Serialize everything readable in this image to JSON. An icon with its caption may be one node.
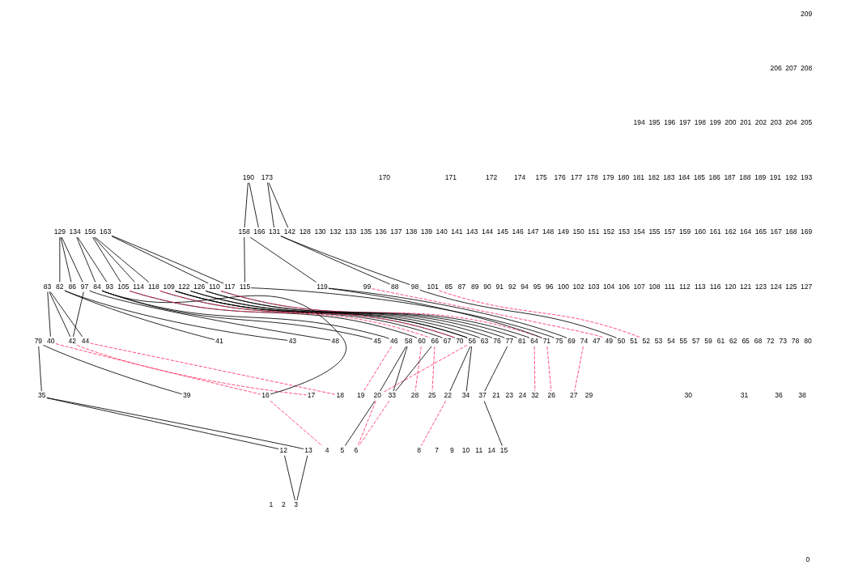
{
  "diagram": {
    "nodes": [
      {
        "text": [
          "0"
        ]
      },
      {
        "text": [
          "1"
        ]
      },
      {
        "text": [
          "2"
        ]
      },
      {
        "text": [
          "3"
        ]
      },
      {
        "text": [
          "4"
        ]
      },
      {
        "text": [
          "5"
        ]
      },
      {
        "text": [
          "6"
        ]
      },
      {
        "text": [
          "7"
        ]
      },
      {
        "text": [
          "8"
        ]
      },
      {
        "text": [
          "9"
        ]
      },
      {
        "text": [
          "10"
        ]
      },
      {
        "text": [
          "11"
        ]
      },
      {
        "text": [
          "12"
        ]
      },
      {
        "text": [
          "13"
        ]
      },
      {
        "text": [
          "14"
        ]
      },
      {
        "text": [
          "15"
        ]
      },
      {
        "text": [
          "16"
        ]
      },
      {
        "text": [
          "17"
        ]
      },
      {
        "text": [
          "18"
        ]
      },
      {
        "text": [
          "19"
        ]
      },
      {
        "text": [
          "20"
        ]
      },
      {
        "text": [
          "21"
        ]
      },
      {
        "text": [
          "22"
        ]
      },
      {
        "text": [
          "23"
        ]
      },
      {
        "text": [
          "24"
        ]
      },
      {
        "text": [
          "25"
        ]
      },
      {
        "text": [
          "26"
        ]
      },
      {
        "text": [
          "27"
        ]
      },
      {
        "text": [
          "28"
        ]
      },
      {
        "text": [
          "29"
        ]
      },
      {
        "text": [
          "30"
        ]
      },
      {
        "text": [
          "31"
        ]
      },
      {
        "text": [
          "32"
        ]
      },
      {
        "text": [
          "33"
        ]
      },
      {
        "text": [
          "34"
        ]
      },
      {
        "text": [
          "35"
        ]
      },
      {
        "text": [
          "36"
        ]
      },
      {
        "text": [
          "37"
        ]
      },
      {
        "text": [
          "38"
        ]
      },
      {
        "text": [
          "39"
        ]
      },
      {
        "text": [
          "40"
        ]
      },
      {
        "text": [
          "41"
        ]
      },
      {
        "text": [
          "42"
        ]
      },
      {
        "text": [
          "43"
        ]
      },
      {
        "text": [
          "44"
        ]
      },
      {
        "text": [
          "45"
        ]
      },
      {
        "text": [
          "46"
        ]
      },
      {
        "text": [
          "47"
        ]
      },
      {
        "text": [
          "48"
        ]
      },
      {
        "text": [
          "49"
        ]
      },
      {
        "text": [
          "50"
        ]
      },
      {
        "text": [
          "51"
        ]
      },
      {
        "text": [
          "52"
        ]
      },
      {
        "text": [
          "53"
        ]
      },
      {
        "text": [
          "54"
        ]
      },
      {
        "text": [
          "55"
        ]
      },
      {
        "text": [
          "56"
        ]
      },
      {
        "text": [
          "57"
        ]
      },
      {
        "text": [
          "58"
        ]
      },
      {
        "text": [
          "59"
        ]
      },
      {
        "text": [
          "60"
        ]
      },
      {
        "text": [
          "61"
        ]
      },
      {
        "text": [
          "62"
        ]
      },
      {
        "text": [
          "63"
        ]
      },
      {
        "text": [
          "64"
        ]
      },
      {
        "text": [
          "65"
        ]
      },
      {
        "text": [
          "66"
        ]
      },
      {
        "text": [
          "67"
        ]
      },
      {
        "text": [
          "68"
        ]
      },
      {
        "text": [
          "69"
        ]
      },
      {
        "text": [
          "70"
        ]
      },
      {
        "text": [
          "71"
        ]
      },
      {
        "text": [
          "72"
        ]
      },
      {
        "text": [
          "73"
        ]
      },
      {
        "text": [
          "74"
        ]
      },
      {
        "text": [
          "75"
        ]
      },
      {
        "text": [
          "76"
        ]
      },
      {
        "text": [
          "77"
        ]
      },
      {
        "text": [
          "78"
        ]
      },
      {
        "text": [
          "79"
        ]
      },
      {
        "text": [
          "80"
        ]
      },
      {
        "text": [
          "81"
        ]
      },
      {
        "text": [
          "82"
        ]
      },
      {
        "text": [
          "83"
        ]
      },
      {
        "text": [
          "84"
        ]
      },
      {
        "text": [
          "85"
        ]
      },
      {
        "text": [
          "86"
        ]
      },
      {
        "text": [
          "87"
        ]
      },
      {
        "text": [
          "88"
        ]
      },
      {
        "text": [
          "89"
        ]
      },
      {
        "text": [
          "90"
        ]
      },
      {
        "text": [
          "91"
        ]
      },
      {
        "text": [
          "92"
        ]
      },
      {
        "text": [
          "93"
        ]
      },
      {
        "text": [
          "94"
        ]
      },
      {
        "text": [
          "95"
        ]
      },
      {
        "text": [
          "96"
        ]
      },
      {
        "text": [
          "97"
        ]
      },
      {
        "text": [
          "98"
        ]
      },
      {
        "text": [
          "99"
        ]
      },
      {
        "text": [
          "100"
        ]
      },
      {
        "text": [
          "101"
        ]
      },
      {
        "text": [
          "102"
        ]
      },
      {
        "text": [
          "103"
        ]
      },
      {
        "text": [
          "104"
        ]
      },
      {
        "text": [
          "105"
        ]
      },
      {
        "text": [
          "106"
        ]
      },
      {
        "text": [
          "107"
        ]
      },
      {
        "text": [
          "108"
        ]
      },
      {
        "text": [
          "109"
        ]
      },
      {
        "text": [
          "110"
        ]
      },
      {
        "text": [
          "111"
        ]
      },
      {
        "text": [
          "112"
        ]
      },
      {
        "text": [
          "113"
        ]
      },
      {
        "text": [
          "114"
        ]
      },
      {
        "text": [
          "115"
        ]
      },
      {
        "text": [
          "116"
        ]
      },
      {
        "text": [
          "117"
        ]
      },
      {
        "text": [
          "118"
        ]
      },
      {
        "text": [
          "119"
        ]
      },
      {
        "text": [
          "120"
        ]
      },
      {
        "text": [
          "121"
        ]
      },
      {
        "text": [
          "122"
        ]
      },
      {
        "text": [
          "123"
        ]
      },
      {
        "text": [
          "124"
        ]
      },
      {
        "text": [
          "125"
        ]
      },
      {
        "text": [
          "126"
        ]
      },
      {
        "text": [
          "127"
        ]
      },
      {
        "text": [
          "128"
        ]
      },
      {
        "text": [
          "129"
        ]
      },
      {
        "text": [
          "130"
        ]
      },
      {
        "text": [
          "131"
        ]
      },
      {
        "text": [
          "132"
        ]
      },
      {
        "text": [
          "133"
        ]
      },
      {
        "text": [
          "134"
        ]
      },
      {
        "text": [
          "135"
        ]
      },
      {
        "text": [
          "136"
        ]
      },
      {
        "text": [
          "137"
        ]
      },
      {
        "text": [
          "138"
        ]
      },
      {
        "text": [
          "139"
        ]
      },
      {
        "text": [
          "140"
        ]
      },
      {
        "text": [
          "141"
        ]
      },
      {
        "text": [
          "142"
        ]
      },
      {
        "text": [
          "143"
        ]
      },
      {
        "text": [
          "144"
        ]
      },
      {
        "text": [
          "145"
        ]
      },
      {
        "text": [
          "146"
        ]
      },
      {
        "text": [
          "147"
        ]
      },
      {
        "text": [
          "148"
        ]
      },
      {
        "text": [
          "149"
        ]
      },
      {
        "text": [
          "150"
        ]
      },
      {
        "text": [
          "151"
        ]
      },
      {
        "text": [
          "152"
        ]
      },
      {
        "text": [
          "153"
        ]
      },
      {
        "text": [
          "154"
        ]
      },
      {
        "text": [
          "155"
        ]
      },
      {
        "text": [
          "156"
        ]
      },
      {
        "text": [
          "157"
        ]
      },
      {
        "text": [
          "158"
        ]
      },
      {
        "text": [
          "159"
        ]
      },
      {
        "text": [
          "160"
        ]
      },
      {
        "text": [
          "161"
        ]
      },
      {
        "text": [
          "162"
        ]
      },
      {
        "text": [
          "163"
        ]
      },
      {
        "text": [
          "164"
        ]
      },
      {
        "text": [
          "165"
        ]
      },
      {
        "text": [
          "166"
        ]
      },
      {
        "text": [
          "167"
        ]
      },
      {
        "text": [
          "168"
        ]
      },
      {
        "text": [
          "169"
        ]
      },
      {
        "text": [
          "170"
        ]
      },
      {
        "text": [
          "171"
        ]
      },
      {
        "text": [
          "172"
        ]
      },
      {
        "text": [
          "173"
        ]
      },
      {
        "text": [
          "174"
        ]
      },
      {
        "text": [
          "175"
        ]
      },
      {
        "text": [
          "176"
        ]
      },
      {
        "text": [
          "177"
        ]
      },
      {
        "text": [
          "178"
        ]
      },
      {
        "text": [
          "179"
        ]
      },
      {
        "text": [
          "180"
        ]
      },
      {
        "text": [
          "181"
        ]
      },
      {
        "text": [
          "182"
        ]
      },
      {
        "text": [
          "183"
        ]
      },
      {
        "text": [
          "184"
        ]
      },
      {
        "text": [
          "185"
        ]
      },
      {
        "text": [
          "186"
        ]
      },
      {
        "text": [
          "187"
        ]
      },
      {
        "text": [
          "188"
        ]
      },
      {
        "text": [
          "189"
        ]
      },
      {
        "text": [
          "190"
        ]
      },
      {
        "text": [
          "191"
        ]
      },
      {
        "text": [
          "192"
        ]
      },
      {
        "text": [
          "193"
        ]
      },
      {
        "text": [
          "194"
        ]
      },
      {
        "text": [
          "195"
        ]
      },
      {
        "text": [
          "196"
        ]
      },
      {
        "text": [
          "197"
        ]
      },
      {
        "text": [
          "198"
        ]
      },
      {
        "text": [
          "199"
        ]
      },
      {
        "text": [
          "200"
        ]
      },
      {
        "text": [
          "201"
        ]
      },
      {
        "text": [
          "202"
        ]
      },
      {
        "text": [
          "203"
        ]
      },
      {
        "text": [
          "204"
        ]
      },
      {
        "text": [
          "205"
        ]
      },
      {
        "text": [
          "206"
        ]
      },
      {
        "text": [
          "207"
        ]
      },
      {
        "text": [
          "208"
        ]
      },
      {
        "text": [
          "209"
        ]
      }
    ],
    "edges": [
      {
        "from": 173,
        "to": 131,
        "arrow": "none"
      },
      {
        "from": 173,
        "to": 142,
        "arrow": "none"
      },
      {
        "from": 190,
        "to": 158,
        "arrow": "none"
      },
      {
        "from": 190,
        "to": 166,
        "arrow": "none"
      },
      {
        "from": 129,
        "to": 82,
        "arrow": "none"
      },
      {
        "from": 129,
        "to": 86,
        "arrow": "none"
      },
      {
        "from": 129,
        "to": 97,
        "arrow": "none"
      },
      {
        "from": 131,
        "to": 88,
        "arrow": "none"
      },
      {
        "from": 131,
        "to": 98,
        "arrow": "none"
      },
      {
        "from": 134,
        "to": 84,
        "arrow": "none"
      },
      {
        "from": 134,
        "to": 93,
        "arrow": "none"
      },
      {
        "from": 156,
        "to": 105,
        "arrow": "none"
      },
      {
        "from": 156,
        "to": 114,
        "arrow": "none"
      },
      {
        "from": 156,
        "to": 118,
        "arrow": "none"
      },
      {
        "from": 158,
        "to": 115,
        "arrow": "none"
      },
      {
        "from": 158,
        "to": 119,
        "arrow": "none"
      },
      {
        "from": 163,
        "to": 110,
        "arrow": "none"
      },
      {
        "from": 163,
        "to": 117,
        "arrow": "none"
      },
      {
        "from": 82,
        "to": 41,
        "arrow": "none"
      },
      {
        "from": 82,
        "to": 43,
        "arrow": "none"
      },
      {
        "from": 83,
        "to": 40,
        "arrow": "none"
      },
      {
        "from": 83,
        "to": 42,
        "arrow": "none"
      },
      {
        "from": 83,
        "to": 44,
        "arrow": "none"
      },
      {
        "from": 84,
        "to": 45,
        "arrow": "none"
      },
      {
        "from": 84,
        "to": 46,
        "arrow": "none"
      },
      {
        "from": 84,
        "to": 16,
        "arrow": "none"
      },
      {
        "from": 97,
        "to": 42,
        "arrow": "none"
      },
      {
        "from": 97,
        "to": 48,
        "arrow": "none"
      },
      {
        "from": 98,
        "to": 50,
        "arrow": "none"
      },
      {
        "from": 99,
        "to": 49,
        "arrow": "none",
        "style": "dashed",
        "color": "#ff3366"
      },
      {
        "from": 101,
        "to": 52,
        "arrow": "none",
        "style": "dashed",
        "color": "#ff3366"
      },
      {
        "from": 105,
        "to": 60,
        "arrow": "none"
      },
      {
        "from": 105,
        "to": 66,
        "arrow": "none",
        "style": "dashed",
        "color": "#ff3366"
      },
      {
        "from": 109,
        "to": 56,
        "arrow": "none"
      },
      {
        "from": 109,
        "to": 63,
        "arrow": "none"
      },
      {
        "from": 109,
        "to": 70,
        "arrow": "none"
      },
      {
        "from": 110,
        "to": 64,
        "arrow": "none"
      },
      {
        "from": 110,
        "to": 71,
        "arrow": "none",
        "style": "dashed",
        "color": "#ff3366"
      },
      {
        "from": 115,
        "to": 75,
        "arrow": "none"
      },
      {
        "from": 118,
        "to": 67,
        "arrow": "none"
      },
      {
        "from": 118,
        "to": 70,
        "arrow": "none",
        "style": "dashed",
        "color": "#ff3366"
      },
      {
        "from": 119,
        "to": 69,
        "arrow": "none"
      },
      {
        "from": 119,
        "to": 71,
        "arrow": "none"
      },
      {
        "from": 122,
        "to": 56,
        "arrow": "none"
      },
      {
        "from": 122,
        "to": 76,
        "arrow": "none"
      },
      {
        "from": 126,
        "to": 77,
        "arrow": "none"
      },
      {
        "from": 126,
        "to": 81,
        "arrow": "none"
      },
      {
        "from": 40,
        "to": 16,
        "arrow": "none",
        "style": "dashed",
        "color": "#ff3366"
      },
      {
        "from": 42,
        "to": 17,
        "arrow": "none",
        "style": "dashed",
        "color": "#ff3366"
      },
      {
        "from": 44,
        "to": 18,
        "arrow": "none",
        "style": "dashed",
        "color": "#ff3366"
      },
      {
        "from": 46,
        "to": 19,
        "arrow": "none",
        "style": "dashed",
        "color": "#ff3366"
      },
      {
        "from": 56,
        "to": 20,
        "arrow": "none",
        "style": "dashed",
        "color": "#ff3366"
      },
      {
        "from": 56,
        "to": 22,
        "arrow": "none"
      },
      {
        "from": 56,
        "to": 34,
        "arrow": "none"
      },
      {
        "from": 58,
        "to": 20,
        "arrow": "none"
      },
      {
        "from": 58,
        "to": 33,
        "arrow": "none"
      },
      {
        "from": 60,
        "to": 28,
        "arrow": "none",
        "style": "dashed",
        "color": "#ff3366"
      },
      {
        "from": 64,
        "to": 32,
        "arrow": "none",
        "style": "dashed",
        "color": "#ff3366"
      },
      {
        "from": 66,
        "to": 25,
        "arrow": "none",
        "style": "dashed",
        "color": "#ff3366"
      },
      {
        "from": 66,
        "to": 33,
        "arrow": "none"
      },
      {
        "from": 71,
        "to": 26,
        "arrow": "none",
        "style": "dashed",
        "color": "#ff3366"
      },
      {
        "from": 74,
        "to": 27,
        "arrow": "none",
        "style": "dashed",
        "color": "#ff3366"
      },
      {
        "from": 77,
        "to": 37,
        "arrow": "none"
      },
      {
        "from": 79,
        "to": 35,
        "arrow": "none"
      },
      {
        "from": 79,
        "to": 39,
        "arrow": "none"
      },
      {
        "from": 16,
        "to": 4,
        "arrow": "none",
        "style": "dashed",
        "color": "#ff3366"
      },
      {
        "from": 20,
        "to": 5,
        "arrow": "none"
      },
      {
        "from": 20,
        "to": 6,
        "arrow": "none",
        "style": "dashed",
        "color": "#ff3366"
      },
      {
        "from": 22,
        "to": 8,
        "arrow": "none",
        "style": "dashed",
        "color": "#ff3366"
      },
      {
        "from": 33,
        "to": 6,
        "arrow": "none",
        "style": "dashed",
        "color": "#ff3366"
      },
      {
        "from": 35,
        "to": 12,
        "arrow": "none"
      },
      {
        "from": 35,
        "to": 13,
        "arrow": "none"
      },
      {
        "from": 37,
        "to": 15,
        "arrow": "none"
      },
      {
        "from": 12,
        "to": 3,
        "arrow": "none"
      },
      {
        "from": 13,
        "to": 3,
        "arrow": "none"
      }
    ]
  }
}
